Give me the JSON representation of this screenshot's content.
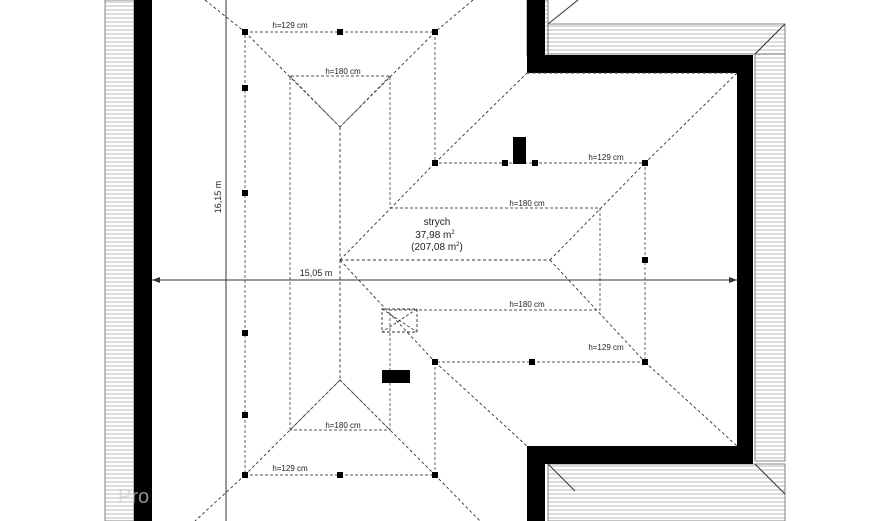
{
  "room": {
    "name": "strych",
    "area": "37,98 m",
    "area_sup": "2",
    "total_open": "(207,08 m",
    "total_sup": "2",
    "total_close": ")"
  },
  "dimensions": {
    "length": "15,05 m",
    "width": "16,15 m"
  },
  "heights": {
    "top_outer": "h=129 cm",
    "top_inner": "h=180 cm",
    "right_upper_outer": "h=129 cm",
    "right_upper_inner": "h=180 cm",
    "right_lower_inner": "h=180 cm",
    "right_lower_outer": "h=129 cm",
    "bottom_inner": "h=180 cm",
    "bottom_outer": "h=129 cm"
  },
  "watermark": "Pro"
}
